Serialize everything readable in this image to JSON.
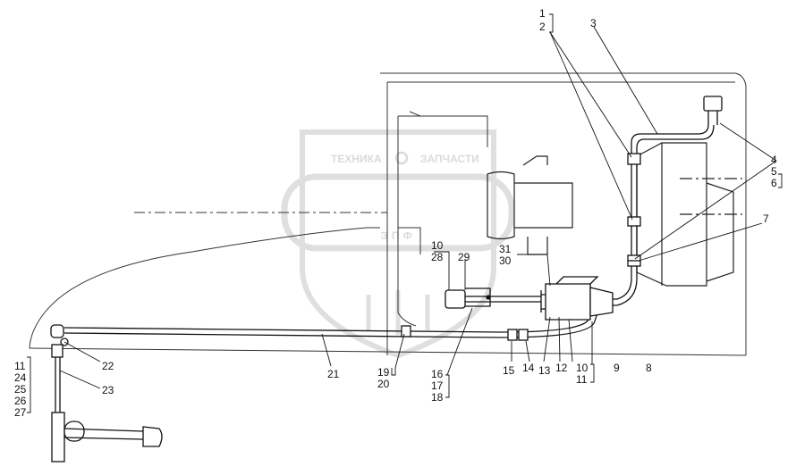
{
  "watermark": {
    "line1_left": "ТЕХНИКА",
    "line1_right": "ЗАПЧАСТИ",
    "logo": "ЭПФ"
  },
  "callouts": [
    "1",
    "2",
    "3",
    "4",
    "5",
    "6",
    "7",
    "8",
    "9",
    "10",
    "11",
    "12",
    "13",
    "14",
    "15",
    "16",
    "17",
    "18",
    "19",
    "20",
    "21",
    "22",
    "23",
    "24",
    "25",
    "26",
    "27",
    "28",
    "29",
    "30",
    "31"
  ],
  "labels": {
    "l1": "1",
    "l2": "2",
    "l3": "3",
    "l4": "4",
    "l5": "5",
    "l6": "6",
    "l7": "7",
    "l10a": "10",
    "l28": "28",
    "l29": "29",
    "l31": "31",
    "l30": "30",
    "l11a": "11",
    "l24": "24",
    "l25": "25",
    "l26": "26",
    "l27": "27",
    "l22": "22",
    "l23": "23",
    "l21": "21",
    "l19": "19",
    "l20": "20",
    "l16": "16",
    "l17": "17",
    "l18": "18",
    "l15": "15",
    "l14": "14",
    "l13": "13",
    "l12": "12",
    "l10b": "10",
    "l11b": "11",
    "l9": "9",
    "l8": "8"
  }
}
